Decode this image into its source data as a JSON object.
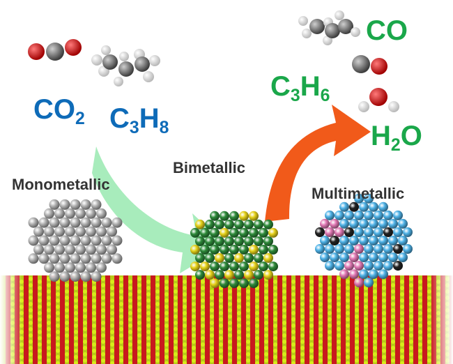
{
  "reactants": [
    {
      "formula": "CO",
      "subscript": "2",
      "color": "#0e6bb8"
    },
    {
      "formula_parts": [
        "C",
        "3",
        "H",
        "8"
      ],
      "color": "#0e6bb8"
    }
  ],
  "products": [
    {
      "formula": "CO",
      "color": "#1aa74a"
    },
    {
      "formula_parts": [
        "C",
        "3",
        "H",
        "6"
      ],
      "color": "#1aa74a"
    },
    {
      "formula_parts": [
        "H",
        "2",
        "O"
      ],
      "color": "#1aa74a"
    }
  ],
  "catalysts": [
    {
      "label": "Monometallic",
      "colors": [
        "#b5b5b5"
      ]
    },
    {
      "label": "Bimetallic",
      "colors": [
        "#2e8b3a",
        "#e6d21a"
      ]
    },
    {
      "label": "Multimetallic",
      "colors": [
        "#4fb3e8",
        "#e27ab5",
        "#222222"
      ]
    }
  ],
  "arrows": [
    {
      "role": "feed-arrow",
      "color": "#a8ecbc"
    },
    {
      "role": "product-arrow",
      "color": "#f15a1a"
    }
  ],
  "support": {
    "colors": [
      "#c8191e",
      "#d8ec1a"
    ]
  },
  "molecules": [
    "CO2-molecule",
    "propane-molecule",
    "propylene-molecule",
    "CO-molecule",
    "H2O-molecule"
  ]
}
